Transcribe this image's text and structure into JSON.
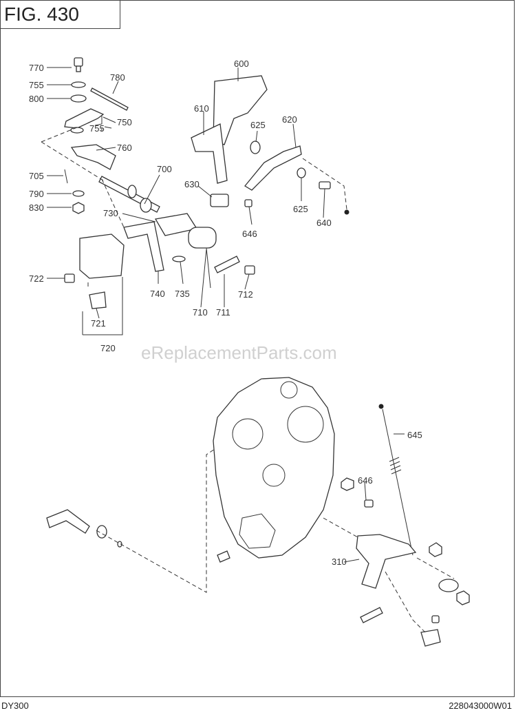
{
  "figure": {
    "title": "FIG. 430"
  },
  "watermark": "eReplacementParts.com",
  "footer": {
    "model": "DY300",
    "code": "228043000W01"
  },
  "callouts": {
    "p770": "770",
    "p755a": "755",
    "p800": "800",
    "p780": "780",
    "p750": "750",
    "p755b": "755",
    "p760": "760",
    "p705": "705",
    "p790": "790",
    "p830": "830",
    "p700": "700",
    "p730": "730",
    "p722": "722",
    "p721": "721",
    "p720": "720",
    "p740": "740",
    "p735": "735",
    "p710": "710",
    "p711": "711",
    "p712": "712",
    "p600": "600",
    "p610": "610",
    "p625a": "625",
    "p620": "620",
    "p630": "630",
    "p646a": "646",
    "p625b": "625",
    "p640": "640",
    "p645": "645",
    "p646b": "646",
    "p310": "310"
  }
}
